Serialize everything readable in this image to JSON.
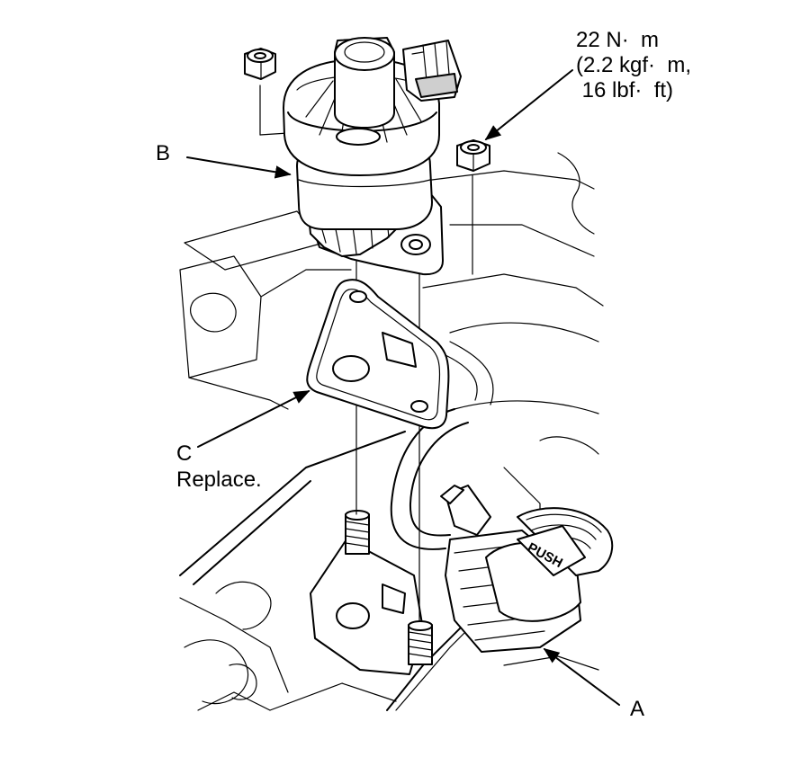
{
  "labels": {
    "torque_line1": "22 N·  m",
    "torque_line2": "(2.2 kgf·  m,",
    "torque_line3": " 16 lbf·  ft)",
    "part_b": "B",
    "part_c": "C",
    "replace_note": "Replace.",
    "part_a": "A",
    "push_tab": "PUSH"
  },
  "colors": {
    "ink": "#000000",
    "fill": "#ffffff",
    "shade": "#cfcfcf"
  }
}
